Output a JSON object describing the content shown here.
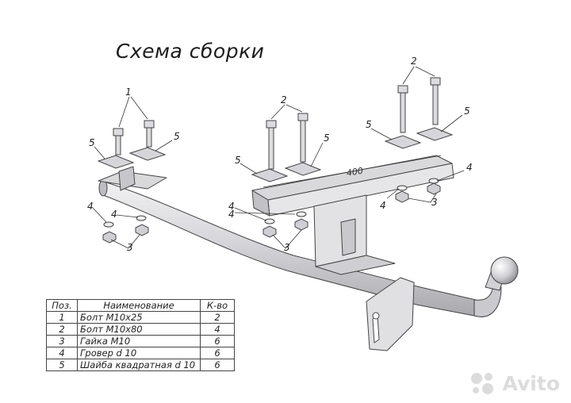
{
  "diagram": {
    "title": "Схема сборки",
    "dimension_label": "400",
    "callouts": {
      "one": "1",
      "two": "2",
      "three": "3",
      "four": "4",
      "five": "5"
    }
  },
  "parts_table": {
    "headers": {
      "pos": "Поз.",
      "name": "Наименование",
      "qty": "К-во"
    },
    "rows": [
      {
        "pos": "1",
        "name": "Болт М10х25",
        "qty": "2"
      },
      {
        "pos": "2",
        "name": "Болт М10х80",
        "qty": "4"
      },
      {
        "pos": "3",
        "name": "Гайка  М10",
        "qty": "6"
      },
      {
        "pos": "4",
        "name": "Гровер d 10",
        "qty": "6"
      },
      {
        "pos": "5",
        "name": "Шайба квадратная d 10",
        "qty": "6"
      }
    ]
  },
  "watermark": {
    "brand": "Avito",
    "icon": "avito-logo-icon"
  },
  "colors": {
    "part_fill": "#d9d9dc",
    "part_stroke": "#444444",
    "watermark": "#d7d7d7"
  }
}
